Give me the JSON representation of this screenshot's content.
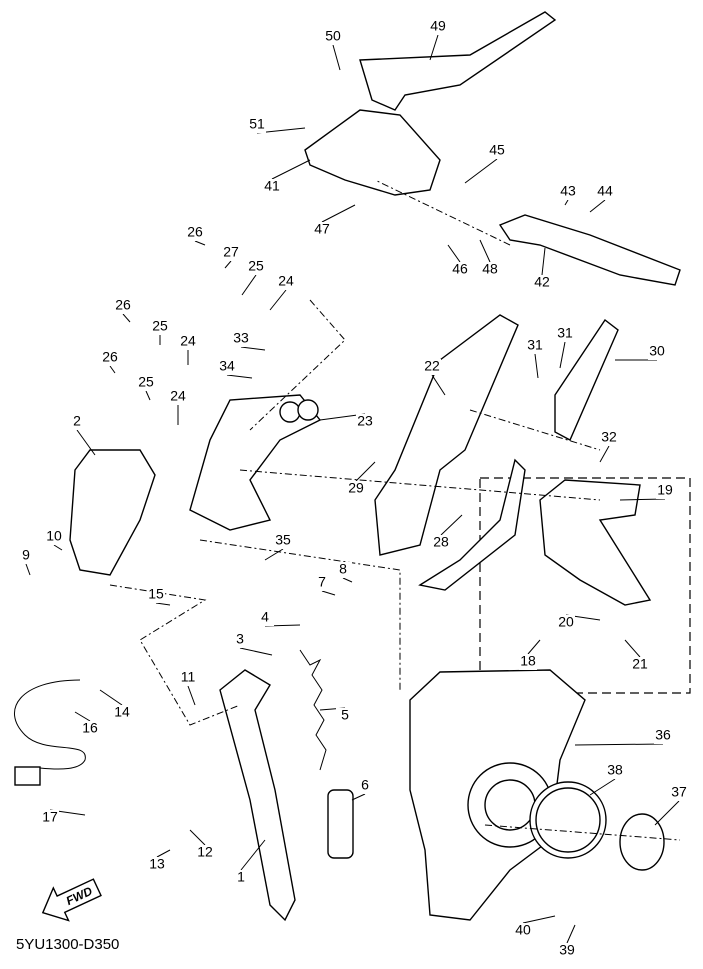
{
  "diagram": {
    "code": "5YU1300-D350",
    "direction_badge": "FWD",
    "callouts": [
      "50",
      "49",
      "51",
      "45",
      "41",
      "47",
      "43",
      "44",
      "46",
      "48",
      "42",
      "26",
      "27",
      "25",
      "24",
      "26",
      "25",
      "24",
      "33",
      "34",
      "26",
      "25",
      "24",
      "23",
      "22",
      "31",
      "31",
      "30",
      "32",
      "2",
      "29",
      "28",
      "19",
      "10",
      "9",
      "35",
      "15",
      "7",
      "8",
      "4",
      "3",
      "20",
      "21",
      "18",
      "11",
      "14",
      "16",
      "5",
      "36",
      "38",
      "37",
      "6",
      "17",
      "12",
      "13",
      "1",
      "40",
      "39"
    ]
  }
}
